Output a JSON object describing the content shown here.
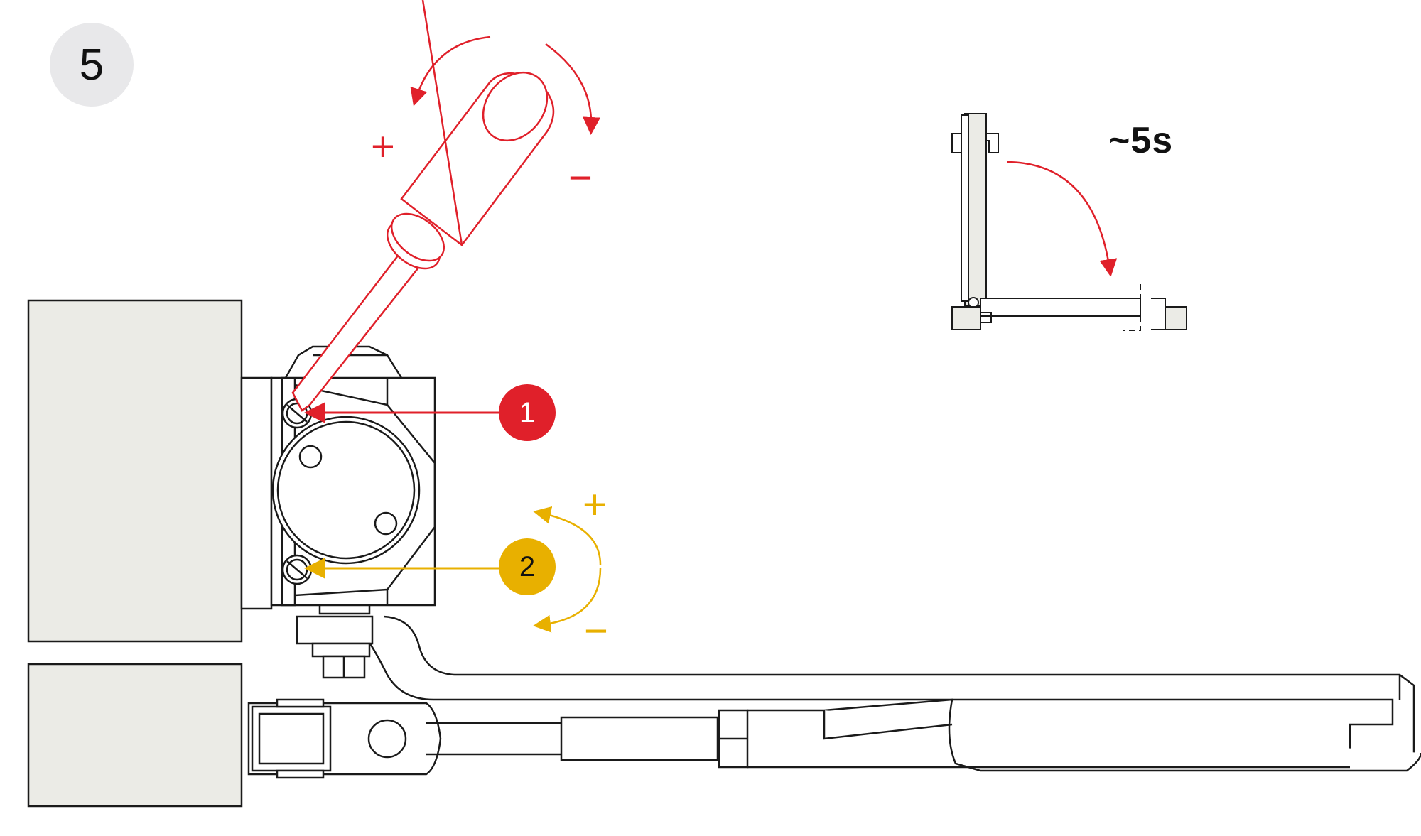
{
  "step": {
    "number": "5"
  },
  "timing": {
    "label": "~5s"
  },
  "markers": [
    {
      "number": "1",
      "color": "#e0202a"
    },
    {
      "number": "2",
      "color": "#e8b000"
    }
  ],
  "rotation_signs": {
    "red_plus": "+",
    "red_minus": "−",
    "yellow_plus": "+",
    "yellow_minus": "−"
  },
  "colors": {
    "red_accent": "#e0202a",
    "yellow_accent": "#e8b000",
    "line": "#1a1a1a",
    "wall_fill": "#ebebe6",
    "step_circle": "#e8e8ea"
  }
}
